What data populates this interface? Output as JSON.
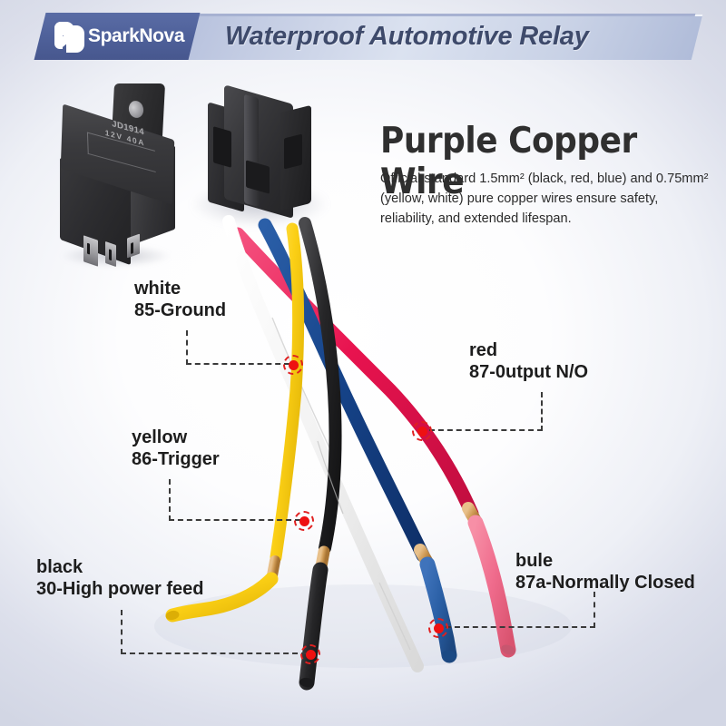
{
  "header": {
    "brand": "SparkNova",
    "logo_icon": "sparknova-logo-mark",
    "title": "Waterproof Automotive Relay"
  },
  "feature": {
    "headline": "Purple Copper Wire",
    "description": "Official standard 1.5mm² (black, red, blue) and 0.75mm² (yellow, white) pure copper wires ensure safety, reliability, and extended lifespan."
  },
  "relay": {
    "model": "JD1914",
    "rating": "12V  40A",
    "terminals": "85  87a  86  87  30"
  },
  "callouts": [
    {
      "id": "white",
      "color": "white",
      "function": "85-Ground"
    },
    {
      "id": "red",
      "color": "red",
      "function": "87-0utput N/O"
    },
    {
      "id": "yellow",
      "color": "yellow",
      "function": "86-Trigger"
    },
    {
      "id": "blue",
      "color": "bule",
      "function": "87a-Normally Closed"
    },
    {
      "id": "black",
      "color": "black",
      "function": "30-High power feed"
    }
  ],
  "colors": {
    "brand_blue": "#4e6099",
    "banner_light": "#c3cce3",
    "marker_red": "#ee1111",
    "text_dark": "#1d1d1d",
    "background": "#d2d6e4"
  }
}
